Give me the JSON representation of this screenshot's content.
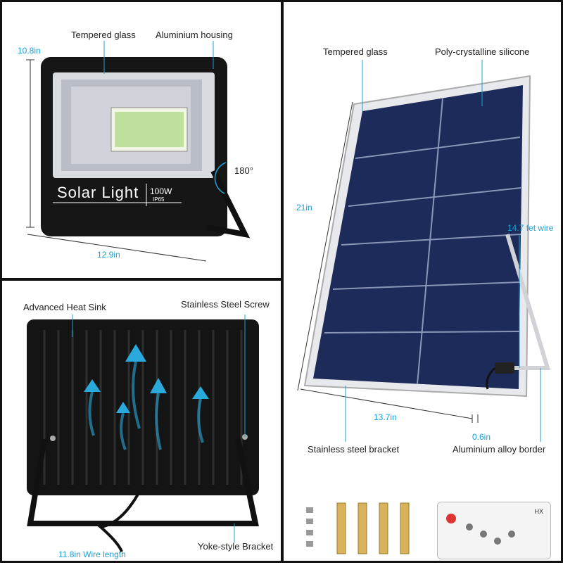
{
  "flood_light": {
    "label_glass": "Tempered glass",
    "label_housing": "Aluminium housing",
    "dim_height": "10.8in",
    "dim_width": "12.9in",
    "rotation": "180°",
    "brand_text": "Solar Light",
    "power": "100W",
    "rating": "IP65"
  },
  "panel": {
    "label_glass": "Tempered glass",
    "label_silicone": "Poly-crystalline silicone",
    "dim_height": "21in",
    "dim_wire": "14.7 fet wire",
    "dim_width": "13.7in",
    "dim_depth": "0.6in",
    "label_bracket": "Stainless steel bracket",
    "label_border": "Aluminium alloy border"
  },
  "back": {
    "label_heatsink": "Advanced Heat Sink",
    "label_screw": "Stainless Steel Screw",
    "dim_wire": "11.8in Wire length",
    "label_yoke": "Yoke-style Bracket"
  },
  "remote": {
    "brand": "HX"
  },
  "colors": {
    "accent": "#1e9fd4",
    "panel_cell": "#1c2b5a",
    "housing": "#161616"
  }
}
